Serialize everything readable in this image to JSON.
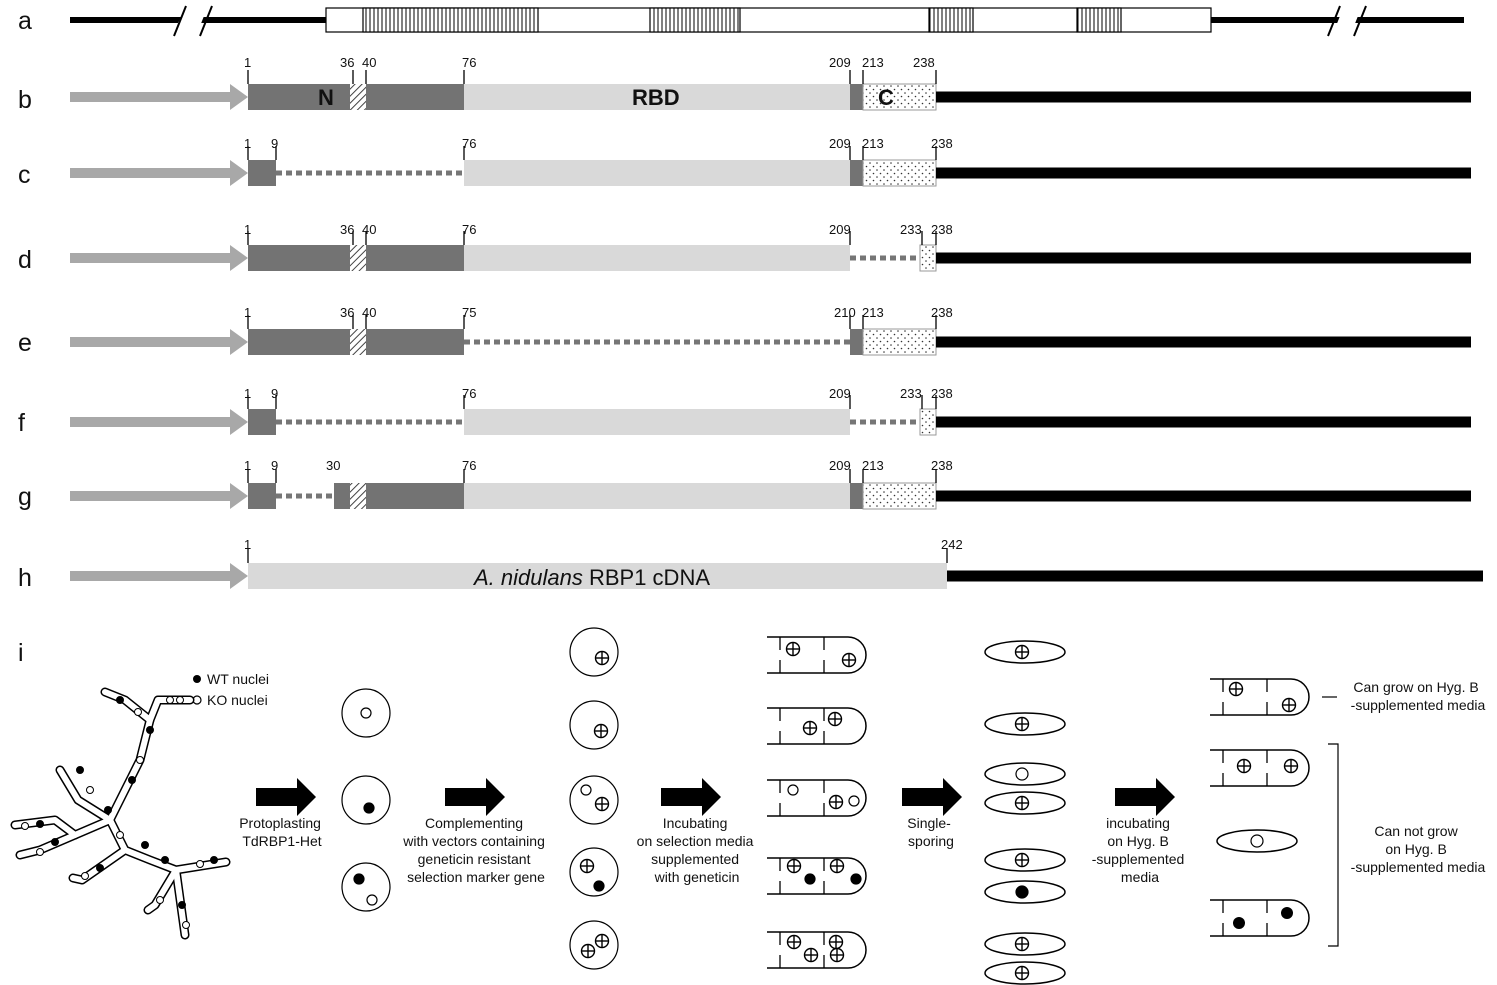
{
  "colors": {
    "promoter_arrow": "#a8a8a8",
    "n_region": "#737373",
    "rbd_region": "#d9d9d9",
    "terminator_line": "#000000",
    "deletion": "#767676",
    "wt_nucleus": "#000000"
  },
  "panel_labels": [
    "a",
    "b",
    "c",
    "d",
    "e",
    "f",
    "g",
    "h",
    "i"
  ],
  "domains": {
    "n": "N",
    "rbd": "RBD",
    "c": "C"
  },
  "constructs": {
    "b": {
      "label": "b",
      "ticks": [
        "1",
        "36",
        "40",
        "76",
        "209",
        "213",
        "238"
      ]
    },
    "c": {
      "label": "c",
      "ticks": [
        "1",
        "9",
        "76",
        "209",
        "213",
        "238"
      ]
    },
    "d": {
      "label": "d",
      "ticks": [
        "1",
        "36",
        "40",
        "76",
        "209",
        "233",
        "238"
      ]
    },
    "e": {
      "label": "e",
      "ticks": [
        "1",
        "36",
        "40",
        "75",
        "210",
        "213",
        "238"
      ]
    },
    "f": {
      "label": "f",
      "ticks": [
        "1",
        "9",
        "76",
        "209",
        "233",
        "238"
      ]
    },
    "g": {
      "label": "g",
      "ticks": [
        "1",
        "9",
        "30",
        "76",
        "209",
        "213",
        "238"
      ]
    },
    "h": {
      "label": "h",
      "ticks": [
        "1",
        "242"
      ],
      "cdna_italic": "A. nidulans",
      "cdna_rest": " RBP1 cDNA"
    }
  },
  "legend": {
    "wt": "WT nuclei",
    "ko": "KO nuclei"
  },
  "steps": {
    "protoplasting": [
      "Protoplasting",
      "TdRBP1-Het"
    ],
    "complementing": [
      "Complementing",
      "with vectors containing",
      "geneticin resistant",
      "selection marker gene"
    ],
    "incubating_geneticin": [
      "Incubating",
      "on selection media",
      "supplemented",
      "with geneticin"
    ],
    "single_sporing": [
      "Single-",
      "sporing"
    ],
    "incubating_hyg": [
      "incubating",
      "on Hyg. B",
      "-supplemented",
      "media"
    ]
  },
  "outcomes": {
    "can_grow": [
      "Can grow on Hyg. B",
      "-supplemented media"
    ],
    "cannot_grow": [
      "Can not grow",
      "on Hyg. B",
      "-supplemented media"
    ]
  }
}
